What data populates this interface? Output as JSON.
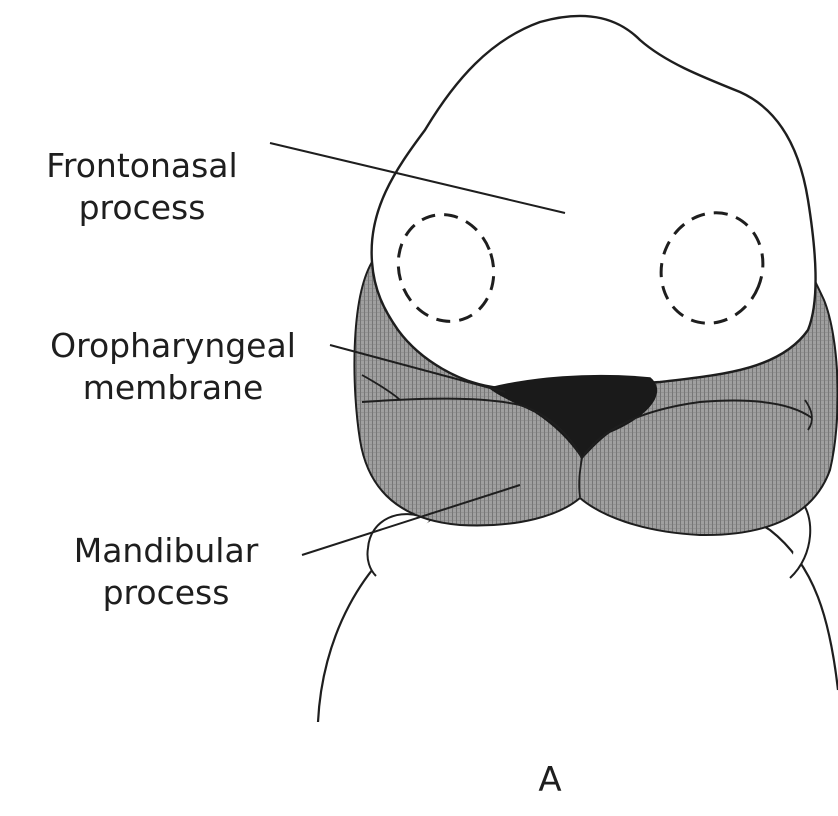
{
  "labels": {
    "frontonasal": [
      "Frontonasal",
      "process"
    ],
    "oropharyngeal": [
      "Oropharyngeal",
      "membrane"
    ],
    "mandibular": [
      "Mandibular",
      "process"
    ]
  },
  "panel_letter": "A",
  "colors": {
    "ink": "#1e1e1e",
    "shading": "#8a8a8a",
    "membrane": "#1a1a1a",
    "background": "#ffffff"
  }
}
